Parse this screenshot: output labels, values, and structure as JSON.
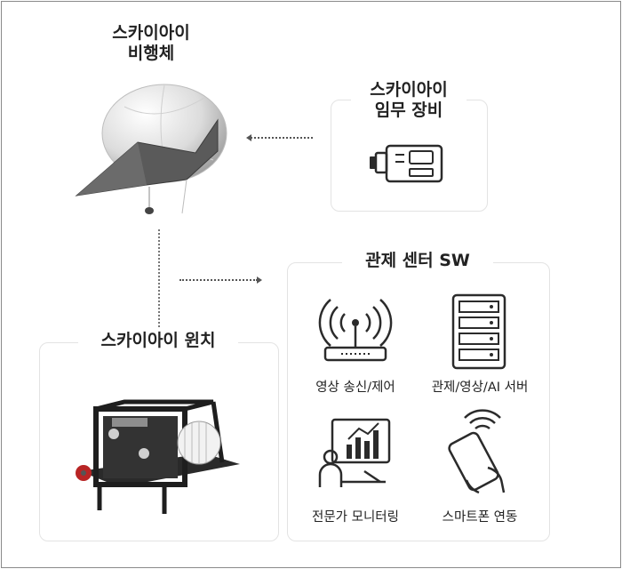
{
  "aircraft": {
    "title_line1": "스카이아이",
    "title_line2": "비행체"
  },
  "mission": {
    "title_line1": "스카이아이",
    "title_line2": "임무 장비"
  },
  "control": {
    "title": "관제 센터 SW"
  },
  "winch": {
    "title": "스카이아이 윈치"
  },
  "items": [
    {
      "label": "영상 송신/제어",
      "icon": "wifi-router-icon"
    },
    {
      "label": "관제/영상/AI 서버",
      "icon": "server-rack-icon"
    },
    {
      "label": "전문가 모니터링",
      "icon": "expert-monitoring-icon"
    },
    {
      "label": "스마트폰 연동",
      "icon": "smartphone-icon"
    }
  ],
  "colors": {
    "icon_stroke": "#2b2b2b",
    "box_border": "#e3e3e3",
    "connector": "#555555"
  }
}
